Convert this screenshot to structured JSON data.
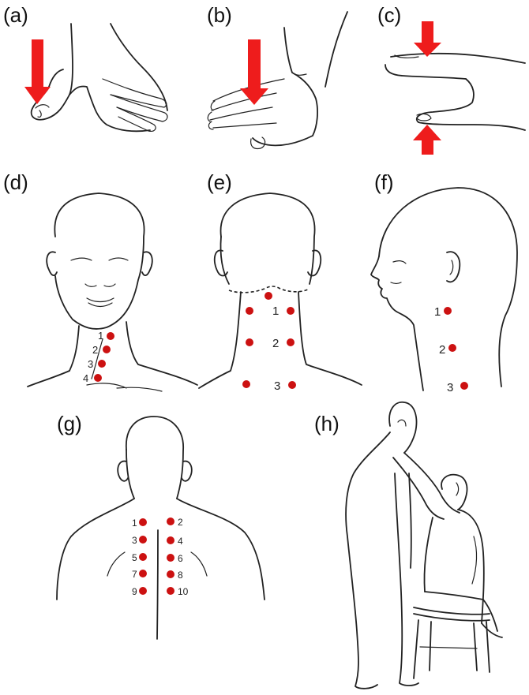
{
  "panels": {
    "a": "(a)",
    "b": "(b)",
    "c": "(c)",
    "d": "(d)",
    "e": "(e)",
    "f": "(f)",
    "g": "(g)",
    "h": "(h)"
  },
  "colors": {
    "point": "#cc1111",
    "arrow": "#ee1c1c",
    "ink": "#222222"
  },
  "points": {
    "d": [
      "1",
      "2",
      "3",
      "4"
    ],
    "e": [
      "1",
      "2",
      "3"
    ],
    "f": [
      "1",
      "2",
      "3"
    ],
    "g": [
      "1",
      "2",
      "3",
      "4",
      "5",
      "6",
      "7",
      "8",
      "9",
      "10"
    ]
  }
}
